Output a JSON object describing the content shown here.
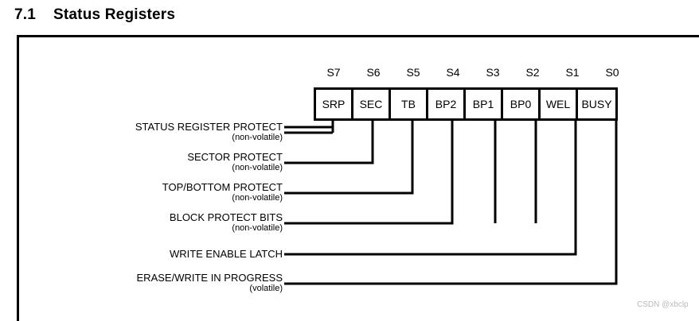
{
  "heading": {
    "number": "7.1",
    "title": "Status Registers"
  },
  "figure": {
    "bit_numbers": [
      "S7",
      "S6",
      "S5",
      "S4",
      "S3",
      "S2",
      "S1",
      "S0"
    ],
    "cells": [
      "SRP",
      "SEC",
      "TB",
      "BP2",
      "BP1",
      "BP0",
      "WEL",
      "BUSY"
    ],
    "callouts": [
      {
        "main": "STATUS REGISTER PROTECT",
        "sub": "(non-volatile)"
      },
      {
        "main": "SECTOR PROTECT",
        "sub": "(non-volatile)"
      },
      {
        "main": "TOP/BOTTOM PROTECT",
        "sub": "(non-volatile)"
      },
      {
        "main": "BLOCK PROTECT BITS",
        "sub": "(non-volatile)"
      },
      {
        "main": "WRITE ENABLE LATCH",
        "sub": ""
      },
      {
        "main": "ERASE/WRITE IN PROGRESS",
        "sub": "(volatile)"
      }
    ]
  },
  "watermark": "CSDN @xbclp",
  "colors": {
    "ink": "#000000",
    "background": "#ffffff",
    "watermark": "#b9b9b9"
  }
}
